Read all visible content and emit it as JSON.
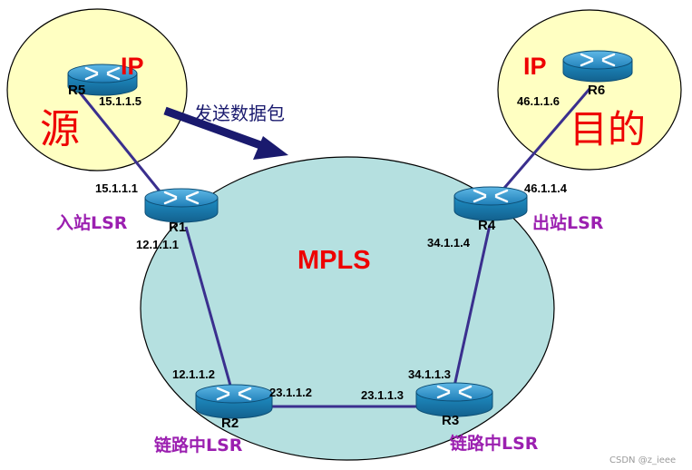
{
  "zones": {
    "source": {
      "protocol": "IP",
      "role": "源"
    },
    "destination": {
      "protocol": "IP",
      "role": "目的"
    },
    "core": {
      "label": "MPLS"
    }
  },
  "flow_label": "发送数据包",
  "routers": [
    {
      "id": "R1",
      "role": "入站LSR"
    },
    {
      "id": "R2",
      "role": "链路中LSR"
    },
    {
      "id": "R3",
      "role": "链路中LSR"
    },
    {
      "id": "R4",
      "role": "出站LSR"
    },
    {
      "id": "R5",
      "role": ""
    },
    {
      "id": "R6",
      "role": ""
    }
  ],
  "links": [
    {
      "from": "R5",
      "to": "R1",
      "from_ip": "15.1.1.5",
      "to_ip": "15.1.1.1"
    },
    {
      "from": "R1",
      "to": "R2",
      "from_ip": "12.1.1.1",
      "to_ip": "12.1.1.2"
    },
    {
      "from": "R2",
      "to": "R3",
      "from_ip": "23.1.1.2",
      "to_ip": "23.1.1.3"
    },
    {
      "from": "R3",
      "to": "R4",
      "from_ip": "34.1.1.3",
      "to_ip": "34.1.1.4"
    },
    {
      "from": "R4",
      "to": "R6",
      "from_ip": "46.1.1.4",
      "to_ip": "46.1.1.6"
    }
  ],
  "watermark": "CSDN @z_ieee",
  "colors": {
    "ip_zone": "#ffffc2",
    "mpls_zone": "#b5e0e0",
    "router_body": "#1f8fc6",
    "link": "#3a2f8e",
    "role_text": "#9b1fb0",
    "zone_text": "#ee0000",
    "flow_arrow": "#1a1a6e"
  }
}
